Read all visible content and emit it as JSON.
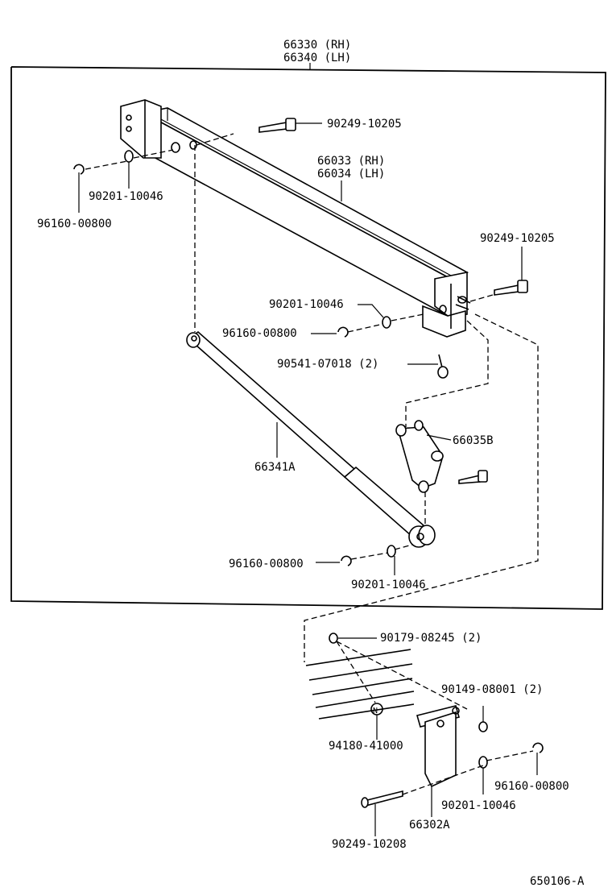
{
  "assembly": {
    "line1": "66330 (RH)",
    "line2": "66340 (LH)"
  },
  "labels": {
    "bolt_top": "90249-10205",
    "washer_left": "90201-10046",
    "clip_left": "96160-00800",
    "tube_line1": "66033 (RH)",
    "tube_line2": "66034 (LH)",
    "bolt_right": "90249-10205",
    "washer_mid": "90201-10046",
    "clip_mid": "96160-00800",
    "stud_mid": "90541-07018 (2)",
    "bracket": "66035B",
    "strut": "66341A",
    "clip_low": "96160-00800",
    "washer_low": "90201-10046",
    "nut_rivet": "90179-08245 (2)",
    "screw": "90149-08001 (2)",
    "nut_n": "94180-41000",
    "clip_bottom": "96160-00800",
    "washer_bottom": "90201-10046",
    "hinge": "66302A",
    "bolt_bottom": "90249-10208"
  },
  "figure_id": "650106-A"
}
